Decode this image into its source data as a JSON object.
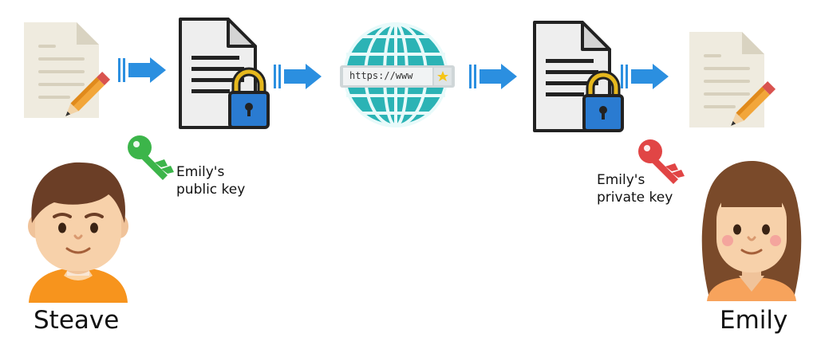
{
  "diagram": {
    "url_bar_text": "https://www",
    "sender": {
      "name": "Steave"
    },
    "recipient": {
      "name": "Emily"
    },
    "public_key": {
      "label_line1": "Emily's",
      "label_line2": "public key",
      "color": "#3cb54a"
    },
    "private_key": {
      "label_line1": "Emily's",
      "label_line2": "private key",
      "color": "#e14545"
    },
    "colors": {
      "arrow": "#2b8fe0",
      "paper": "#efebdf",
      "globe": "#2bb3b5",
      "lock": "#2a7bd1",
      "shackle": "#e6b81e"
    },
    "icons": [
      "paper-with-pencil-icon",
      "encrypted-document-icon",
      "globe-icon",
      "arrow-right-icon",
      "key-icon",
      "user-avatar"
    ]
  }
}
